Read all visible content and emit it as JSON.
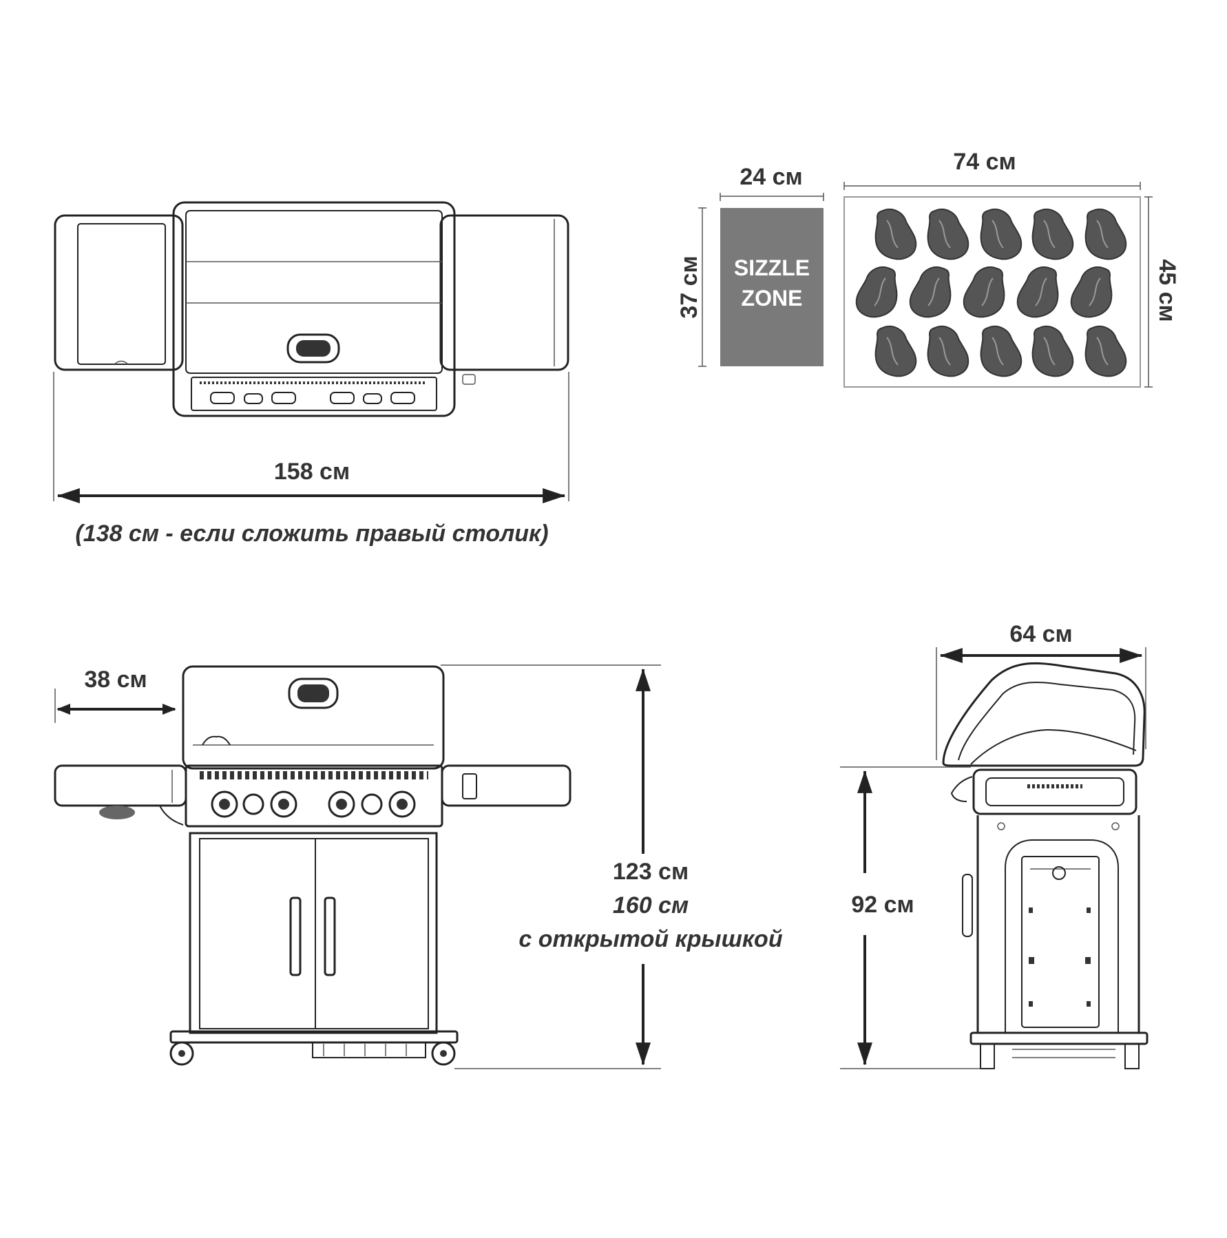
{
  "top_view": {
    "width_label": "158 см",
    "folded_note": "(138 см - если сложить правый столик)"
  },
  "grill_area": {
    "sizzle_width_label": "24 см",
    "sizzle_height_label": "37 см",
    "sizzle_text_line1": "SIZZLE",
    "sizzle_text_line2": "ZONE",
    "main_width_label": "74 см",
    "main_height_label": "45 см",
    "steak_count": 15,
    "sizzle_color": "#7a7a7a",
    "steak_color": "#555555"
  },
  "front_view": {
    "side_table_label": "38 см",
    "height_label": "123 см",
    "open_height_label": "160 см",
    "open_note": "с открытой крышкой"
  },
  "side_view": {
    "depth_label": "64 см",
    "table_height_label": "92 см"
  }
}
